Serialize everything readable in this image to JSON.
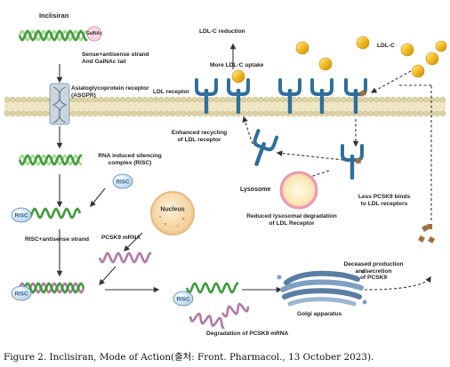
{
  "title": "Inclisiran",
  "labels": {
    "galnac": "GalNAc",
    "sense_antisense": "Sense+antisense strand\nAnd GalNAc tail",
    "asgpr": "Asialoglycoprotein receptor\n(ASGPR)",
    "ldl_c_reduction": "LDL-C reduction",
    "more_uptake": "More LDL-C uptake",
    "ldl_c": "LDL-C",
    "ldl_receptor": "LDL receptor",
    "enhanced_recycling": "Enhanced recycling\nof LDL receptor",
    "risc_complex": "RNA induced silencing\ncomplex (RISC)",
    "risc": "RISC",
    "risc_antisense": "RISC+antisense strand",
    "nucleus": "Nucleus",
    "pcsk9_mrna": "PCSK9 mRNA",
    "lysosome": "Lysosome",
    "reduced_degradation": "Reduced lysosomal degradation\nof LDL Receptor",
    "less_pcsk9": "Less PCSK9 binds\nto LDL receptors",
    "decreased_production": "Deceased production\nandsecretion\nof PCSK9",
    "golgi": "Golgi apparatus",
    "degradation": "Degradation of PCSK9 mRNA"
  },
  "caption": "Figure 2. Inclisiran, Mode of Action(출처: Front. Pharmacol., 13 October 2023).",
  "colors": {
    "rna_green": "#3f9a3c",
    "rna_light": "#a9d98e",
    "rna_purple": "#b07aa6",
    "membrane_tan": "#ddd3a5",
    "receptor_blue": "#2f6f9e",
    "ldl_gold": "#f2b81e",
    "pcsk9_brown": "#a0703e",
    "risc_blue": "#245a86",
    "lysosome_pink": "#f1b8c8",
    "arrow": "#333333"
  },
  "icons": [
    "receptor-icon",
    "ldl-particle-icon",
    "pcsk9-icon",
    "risc-icon",
    "nucleus-icon",
    "lysosome-icon",
    "golgi-icon"
  ]
}
